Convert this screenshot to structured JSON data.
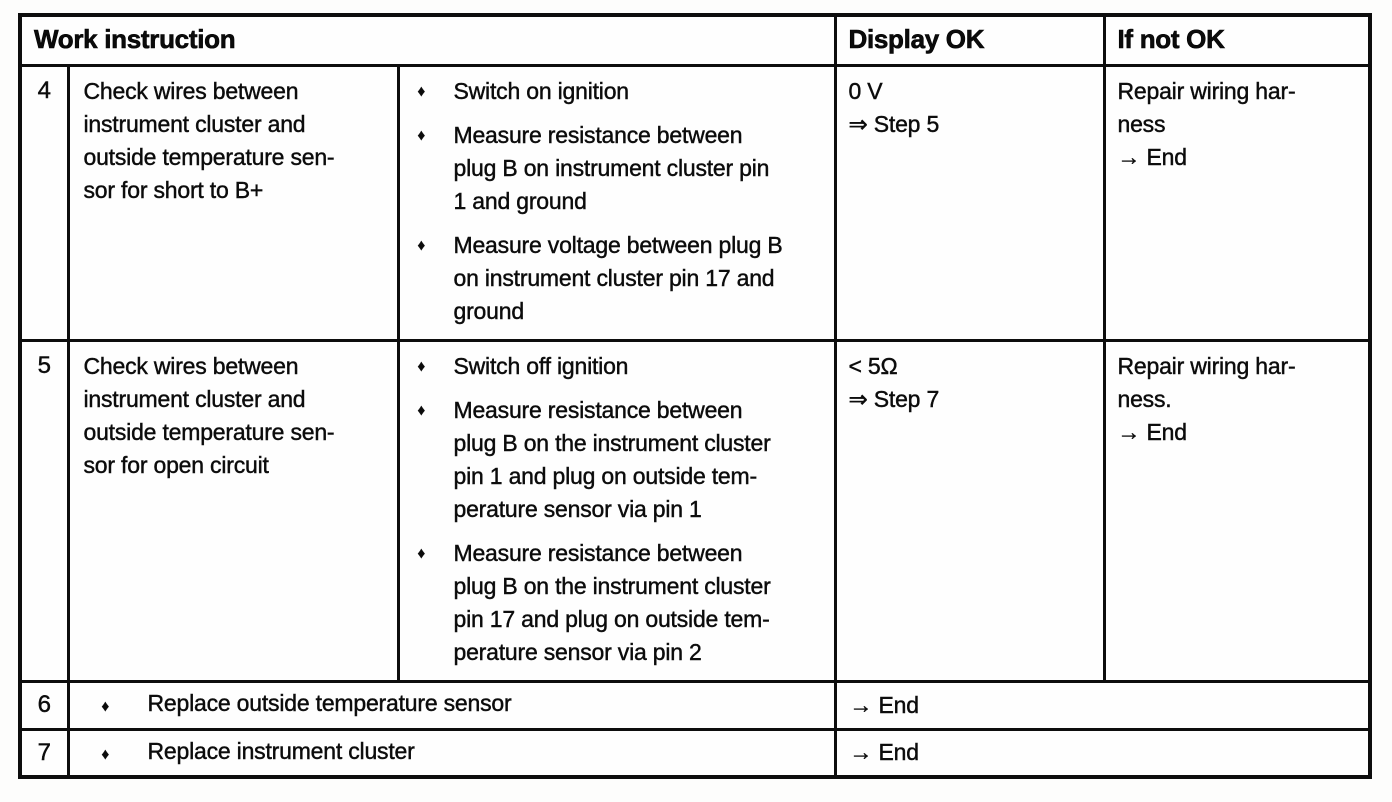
{
  "table": {
    "bullet_char": "♦",
    "header": {
      "work_instruction": "Work instruction",
      "display_ok": "Display OK",
      "if_not_ok": "If not OK"
    },
    "rows": [
      {
        "step": "4",
        "check": "Check wires between\ninstrument cluster and\noutside temperature sen-\nsor for short to B+",
        "bullets": [
          "Switch on ignition",
          "Measure resistance between\nplug B on instrument cluster pin\n1 and ground",
          "Measure voltage between plug B\non instrument cluster pin 17 and\nground"
        ],
        "display_ok": "0 V\n⇒ Step 5",
        "if_not_ok": "Repair wiring har-\nness\n→ End"
      },
      {
        "step": "5",
        "check": "Check wires between\ninstrument cluster and\noutside temperature sen-\nsor for open circuit",
        "bullets": [
          "Switch off ignition",
          "Measure resistance between\nplug B on the instrument cluster\npin 1 and plug on outside tem-\nperature sensor via pin 1",
          "Measure resistance between\nplug B on the instrument cluster\npin 17 and plug on outside tem-\nperature sensor via pin 2"
        ],
        "display_ok": "< 5Ω\n⇒ Step 7",
        "if_not_ok": "Repair wiring har-\nness.\n→ End"
      },
      {
        "step": "6",
        "action": "Replace outside temperature sensor",
        "result": "→ End"
      },
      {
        "step": "7",
        "action": "Replace instrument cluster",
        "result": "→ End"
      }
    ]
  }
}
